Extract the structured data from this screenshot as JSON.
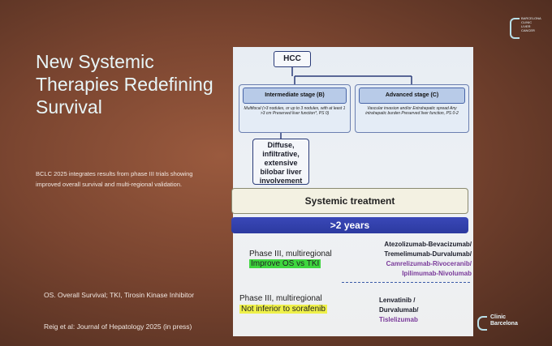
{
  "slide": {
    "title": "New Systemic Therapies Redefining Survival",
    "description": "BCLC 2025 integrates results from phase III trials showing improved overall survival and multi-regional validation.",
    "abbreviations": "OS. Overall Survival; TKI, Tirosin Kinase Inhibitor",
    "reference": "Reig et al: Journal of Hepatology 2025 (in press)"
  },
  "logo_top": {
    "line1": "BARCELONA",
    "line2": "CLINIC",
    "line3": "LIVER",
    "line4": "CANCER"
  },
  "logo_bottom": {
    "line1": "Clinic",
    "line2": "Barcelona"
  },
  "flow": {
    "hcc": "HCC",
    "stage_b": {
      "title": "Intermediate stage (B)",
      "body": "Multifocal (>3 nodules, or up to 3 nodules, with at least 1 >3 cm Preserved liver function*, PS 0)"
    },
    "stage_c": {
      "title": "Advanced stage (C)",
      "body": "Vascular invasion and/or Extrahepatic spread Any intrahepatic burden Preserved liver function, PS 0-2"
    },
    "diffuse": "Diffuse, infiltrative, extensive bilobar liver involvement",
    "systemic": "Systemic treatment",
    "years": ">2 years",
    "phase1": "Phase III, multiregional",
    "phase1_hl": "Improve OS vs TKI",
    "phase2": "Phase III, multiregional",
    "phase2_hl": "Not inferior to sorafenib",
    "drugs1": [
      "Atezolizumab-Bevacizumab/",
      "Tremelimumab-Durvalumab/",
      "Camrelizumab-Rivoceranib/",
      "Ipilimumab-Nivolumab"
    ],
    "drugs2": [
      "Lenvatinib /",
      "Durvalumab/",
      "Tislelizumab"
    ]
  },
  "colors": {
    "highlight_green": "#3fd63f",
    "highlight_yellow": "#eef04a",
    "bar_blue": "#3a48b8",
    "drug_purple": "#7a3a9a"
  }
}
